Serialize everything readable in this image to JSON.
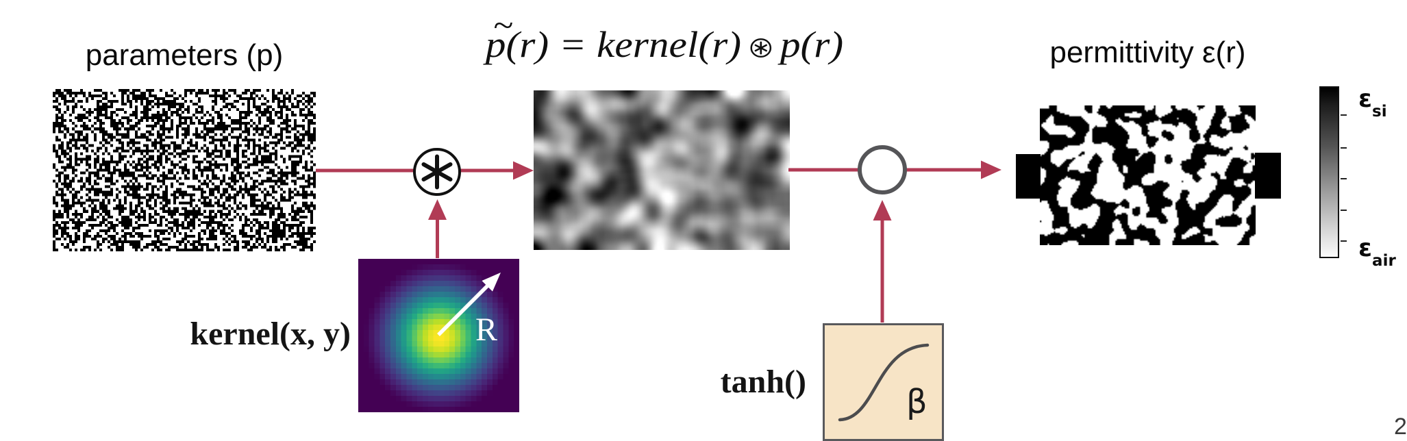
{
  "labels": {
    "parameters": "parameters (p)",
    "permittivity": "permittivity ε(r)",
    "kernel": "kernel(x, y)",
    "tanh": "tanh()",
    "beta": "β",
    "radius": "R",
    "eps_si_base": "ε",
    "eps_si_sub": "si",
    "eps_air_base": "ε",
    "eps_air_sub": "air",
    "page_number": "2"
  },
  "equation": {
    "p": "p",
    "tilde": "~",
    "mid": "(r) = kernel(r)",
    "op_name": "circled-asterisk-convolution",
    "rhs": "p(r)"
  },
  "colors": {
    "arrow": "#b13b55",
    "node_stroke_conv": "#111111",
    "node_stroke_comp": "#58585a",
    "tanh_box_fill": "#f7e4c6",
    "tanh_box_border": "#59595c",
    "kernel_colormap": "viridis",
    "colorbar_top": "#000000",
    "colorbar_bottom": "#ffffff"
  },
  "images": {
    "parameters_image": "binary random noise",
    "blurred_image": "grayscale blurred noise",
    "kernel_image": "gaussian kernel heatmap",
    "permittivity_image": "binarized blob pattern"
  }
}
